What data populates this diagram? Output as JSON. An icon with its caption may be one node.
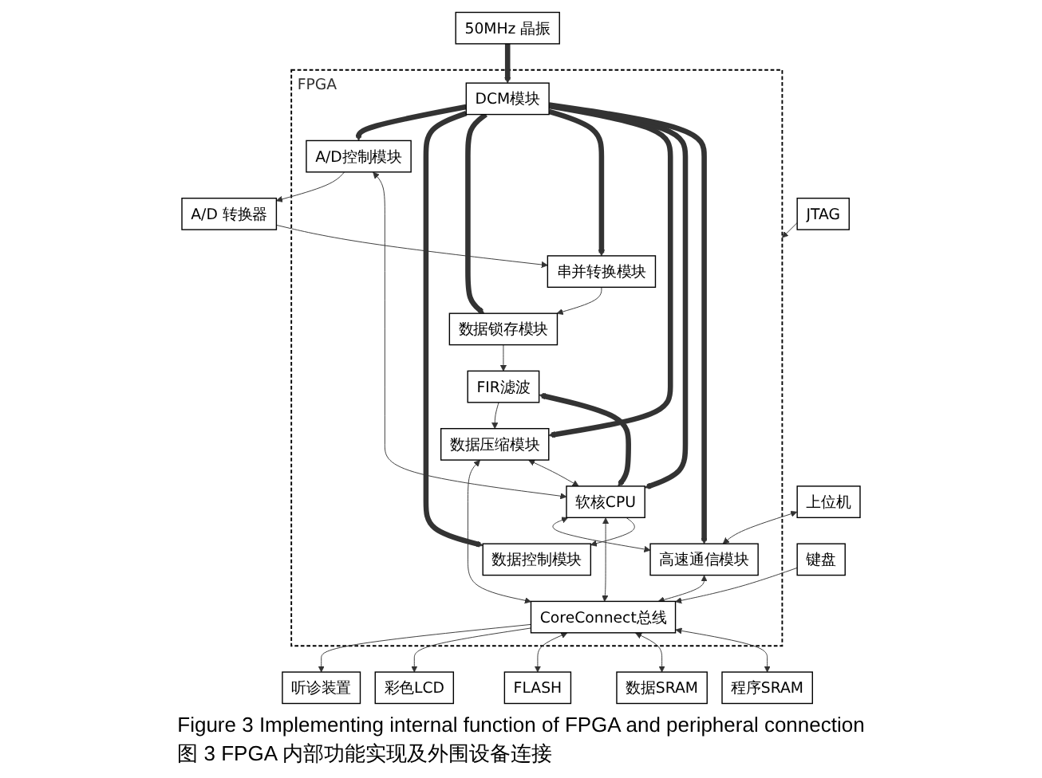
{
  "diagram": {
    "caption": "Figure 3 Implementing internal function of FPGA and peripheral connection",
    "nodes": [
      {
        "text": [
          "FPGA"
        ]
      },
      {
        "text": [
          "A/D 转换器"
        ]
      },
      {
        "text": [
          "串并转换模块"
        ],
        "in": 0
      },
      {
        "text": [
          "数据锁存模块"
        ],
        "in": 0
      },
      {
        "text": [
          "FIR滤波"
        ],
        "in": 0
      },
      {
        "text": [
          "数据压缩模块"
        ],
        "in": 0
      },
      {
        "text": [
          "A/D控制模块"
        ],
        "in": 0
      },
      {
        "text": [
          "软核CPU"
        ],
        "in": 0
      },
      {
        "text": [
          "DCM模块"
        ],
        "in": 0
      },
      {
        "text": [
          "数据控制模块"
        ],
        "in": 0
      },
      {
        "text": [
          "高速通信模块"
        ],
        "in": 0
      },
      {
        "text": [
          "CoreConnect总线"
        ],
        "in": 0
      },
      {
        "text": [
          "JTAG"
        ]
      },
      {
        "text": [
          "50MHz 晶振"
        ]
      },
      {
        "text": [
          "上位机"
        ]
      },
      {
        "text": [
          "听诊装置"
        ]
      },
      {
        "text": [
          "彩色LCD"
        ]
      },
      {
        "text": [
          "FLASH"
        ]
      },
      {
        "text": [
          "数据SRAM"
        ]
      },
      {
        "text": [
          "程序SRAM"
        ]
      },
      {
        "text": [
          "键盘"
        ]
      }
    ],
    "edges": [
      {
        "from": 1,
        "to": 2,
        "arrow": "to"
      },
      {
        "from": 2,
        "to": 3,
        "arrow": "to"
      },
      {
        "from": 3,
        "to": 4,
        "arrow": "to"
      },
      {
        "from": 4,
        "to": 5,
        "arrow": "to"
      },
      {
        "from": 5,
        "to": 11,
        "arrow": "both"
      },
      {
        "from": 6,
        "to": 1,
        "arrow": "to"
      },
      {
        "from": 6,
        "to": 7,
        "arrow": "both"
      },
      {
        "from": 12,
        "to": 0,
        "arrow": "to"
      },
      {
        "from": 13,
        "to": 8,
        "arrow": "to",
        "style": "thick"
      },
      {
        "from": 8,
        "to": 6,
        "arrow": "to",
        "style": "thick"
      },
      {
        "from": 8,
        "to": 9,
        "arrow": "to",
        "style": "thick"
      },
      {
        "from": 8,
        "to": 3,
        "arrow": "to",
        "style": "thick"
      },
      {
        "from": 8,
        "to": 2,
        "arrow": "to",
        "style": "thick"
      },
      {
        "from": 8,
        "to": 5,
        "arrow": "to",
        "style": "thick"
      },
      {
        "from": 8,
        "to": 7,
        "arrow": "to",
        "style": "thick"
      },
      {
        "from": 8,
        "to": 10,
        "arrow": "to",
        "style": "thick"
      },
      {
        "from": 4,
        "to": 7,
        "arrow": "both",
        "style": "thick"
      },
      {
        "from": 5,
        "to": 7,
        "arrow": "both"
      },
      {
        "from": 7,
        "to": 10,
        "arrow": "both"
      },
      {
        "from": 7,
        "to": 11,
        "arrow": "both"
      },
      {
        "from": 7,
        "to": 9,
        "arrow": "to"
      },
      {
        "from": 10,
        "to": 11,
        "arrow": "both"
      },
      {
        "from": 14,
        "to": 10,
        "arrow": "both"
      },
      {
        "from": 11,
        "to": 15,
        "arrow": "to"
      },
      {
        "from": 11,
        "to": 16,
        "arrow": "to"
      },
      {
        "from": 11,
        "to": 17,
        "arrow": "both"
      },
      {
        "from": 11,
        "to": 18,
        "arrow": "both"
      },
      {
        "from": 11,
        "to": 19,
        "arrow": "both"
      },
      {
        "from": 20,
        "to": 11,
        "arrow": "to"
      }
    ],
    "labels": [
      "图 3 FPGA 内部功能实现及外围设备连接"
    ]
  }
}
